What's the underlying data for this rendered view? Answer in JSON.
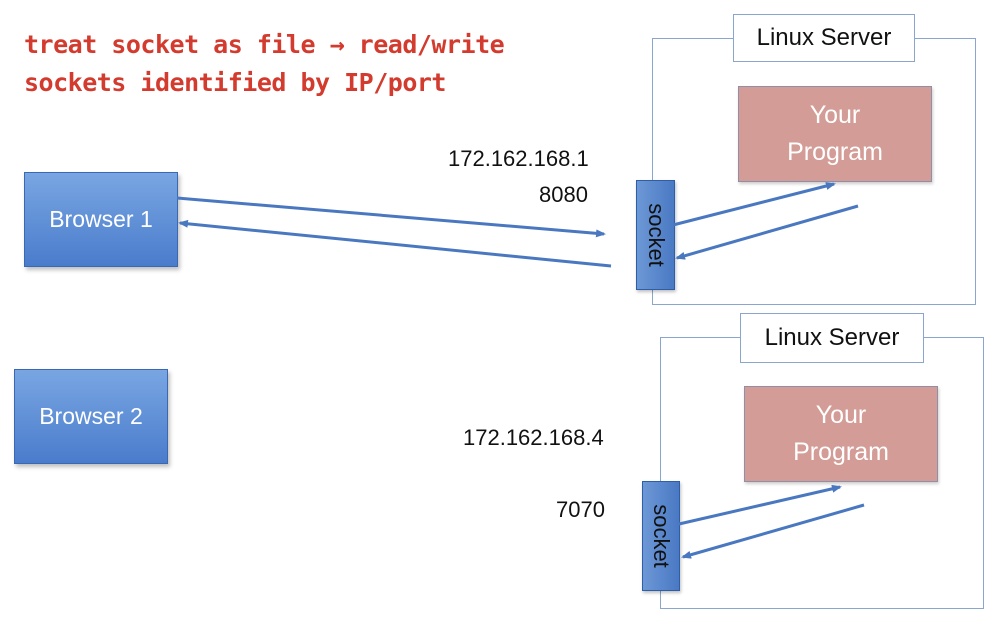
{
  "notes": {
    "line1": "treat socket as file → read/write",
    "line2": "sockets identified by IP/port"
  },
  "browsers": {
    "b1": "Browser 1",
    "b2": "Browser 2"
  },
  "server1": {
    "title": "Linux Server",
    "program_line1": "Your",
    "program_line2": "Program",
    "socket_label": "socket",
    "ip": "172.162.168.1",
    "port": "8080"
  },
  "server2": {
    "title": "Linux Server",
    "program_line1": "Your",
    "program_line2": "Program",
    "socket_label": "socket",
    "ip": "172.162.168.4",
    "port": "7070"
  },
  "colors": {
    "note_text": "#d23b2e",
    "browser_fill": "#4a7ccc",
    "program_fill": "#d39c96",
    "arrow": "#4a78c0",
    "frame": "#8aa6cf"
  }
}
